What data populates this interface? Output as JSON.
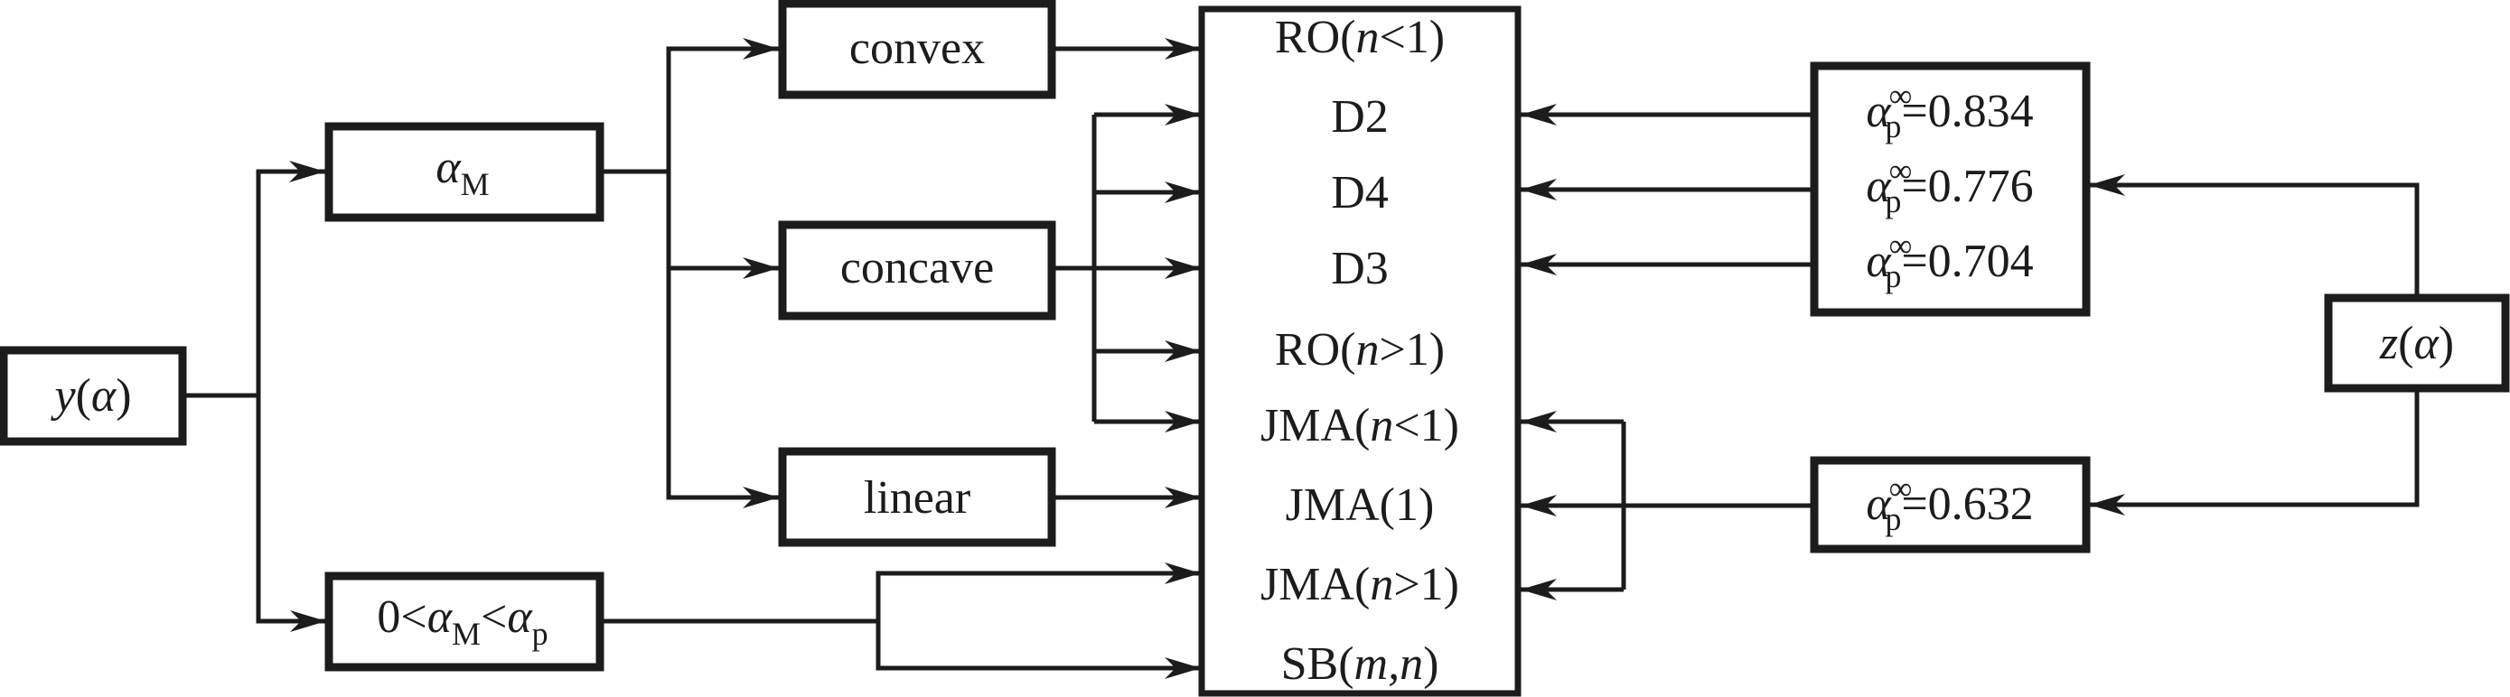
{
  "diagram": {
    "title": "Kinetic model selection flow (y(α) and z(α) master plots)",
    "nodes": {
      "y_alpha": {
        "fn": "y",
        "arg": "α"
      },
      "alpha_m": {
        "sym": "α",
        "sub": "M"
      },
      "condition": {
        "zero": "0",
        "lt1": "<",
        "sym": "α",
        "sub1": "M",
        "lt2": "<",
        "sym2": "α",
        "sub2": "p"
      },
      "convex": {
        "label": "convex"
      },
      "concave": {
        "label": "concave"
      },
      "linear": {
        "label": "linear"
      },
      "z_alpha": {
        "fn": "z",
        "arg": "α"
      },
      "alpha_p_group": {
        "sym": "α",
        "sup": "∞",
        "sub": "p",
        "values": [
          "=0.834",
          "=0.776",
          "=0.704"
        ]
      },
      "alpha_p_single": {
        "sym": "α",
        "sup": "∞",
        "sub": "p",
        "value": "=0.632"
      }
    },
    "models": [
      {
        "pre": "RO(",
        "var": "n",
        "post": "<1)"
      },
      {
        "pre": "D2",
        "var": "",
        "post": ""
      },
      {
        "pre": "D4",
        "var": "",
        "post": ""
      },
      {
        "pre": "D3",
        "var": "",
        "post": ""
      },
      {
        "pre": "RO(",
        "var": "n",
        "post": ">1)"
      },
      {
        "pre": "JMA(",
        "var": "n",
        "post": "<1)"
      },
      {
        "pre": "JMA(1)",
        "var": "",
        "post": ""
      },
      {
        "pre": "JMA(",
        "var": "n",
        "post": ">1)"
      },
      {
        "pre": "SB(",
        "var": "m,n",
        "post": ")"
      }
    ],
    "connections": [
      {
        "from": "y(α)",
        "to": "αM"
      },
      {
        "from": "y(α)",
        "to": "0<αM<αp"
      },
      {
        "from": "αM",
        "to": "convex"
      },
      {
        "from": "αM",
        "to": "concave"
      },
      {
        "from": "αM",
        "to": "linear"
      },
      {
        "from": "convex",
        "to": "RO(n<1)"
      },
      {
        "from": "concave",
        "to": [
          "D2",
          "D4",
          "D3",
          "RO(n>1)",
          "JMA(n<1)"
        ]
      },
      {
        "from": "linear",
        "to": "JMA(1)"
      },
      {
        "from": "0<αM<αp",
        "to": [
          "JMA(n>1)",
          "SB(m,n)"
        ]
      },
      {
        "from": "z(α)",
        "to": [
          "αp∞=0.834/0.776/0.704",
          "αp∞=0.632"
        ]
      },
      {
        "from": "αp∞=0.834",
        "to": "D2"
      },
      {
        "from": "αp∞=0.776",
        "to": "D4"
      },
      {
        "from": "αp∞=0.704",
        "to": "D3"
      },
      {
        "from": "αp∞=0.632",
        "to": [
          "JMA(n<1)",
          "JMA(1)",
          "JMA(n>1)"
        ]
      }
    ]
  }
}
